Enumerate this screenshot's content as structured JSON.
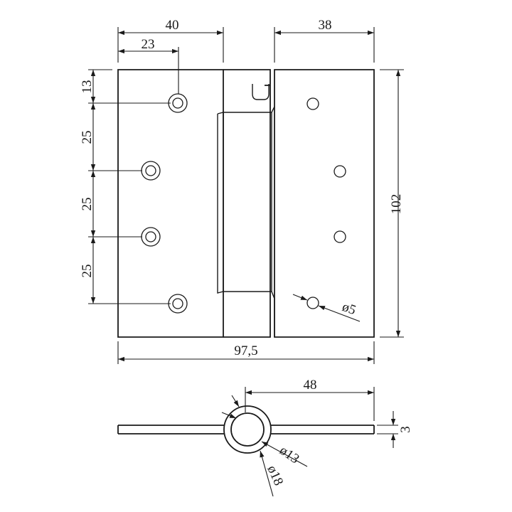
{
  "drawing": {
    "dims": {
      "leaf_width_left": "40",
      "hole_offset": "23",
      "leaf_width_right": "38",
      "top_margin": "13",
      "hole_pitch_1": "25",
      "hole_pitch_2": "25",
      "hole_pitch_3": "25",
      "height": "102",
      "overall_width": "97,5",
      "hole_diameter": "ø5",
      "half_width": "48",
      "thickness": "3",
      "knuckle_inner": "ø13",
      "knuckle_outer": "ø18"
    },
    "colors": {
      "line": "#1a1a1a",
      "background": "#ffffff"
    }
  }
}
